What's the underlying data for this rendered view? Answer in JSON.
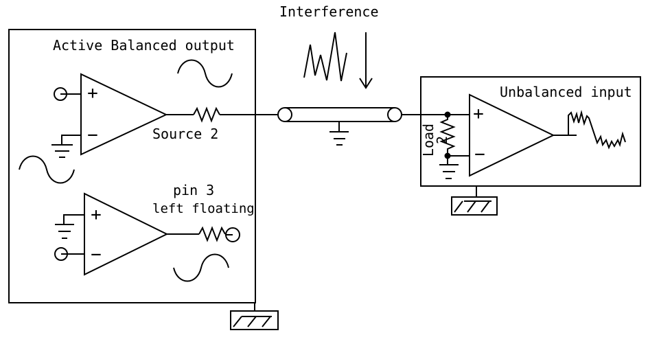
{
  "colors": {
    "background": "#ffffff",
    "line": "#000000"
  },
  "labels": {
    "interference": "Interference",
    "source": "Source 2",
    "pin3_line1": "pin 3",
    "pin3_line2": "left floating",
    "load": "Load 2"
  },
  "boxes": {
    "left": {
      "title": "Active Balanced output"
    },
    "right": {
      "title": "Unbalanced input"
    }
  },
  "opamps": {
    "plus": "+",
    "minus": "−"
  },
  "symbols": [
    "op-amp-triangle",
    "resistor-zigzag",
    "signal-ground",
    "chassis-ground",
    "shielded-cable",
    "sine-wave",
    "noise-waveform",
    "down-arrow",
    "pin-terminal-circle",
    "junction-dot"
  ]
}
